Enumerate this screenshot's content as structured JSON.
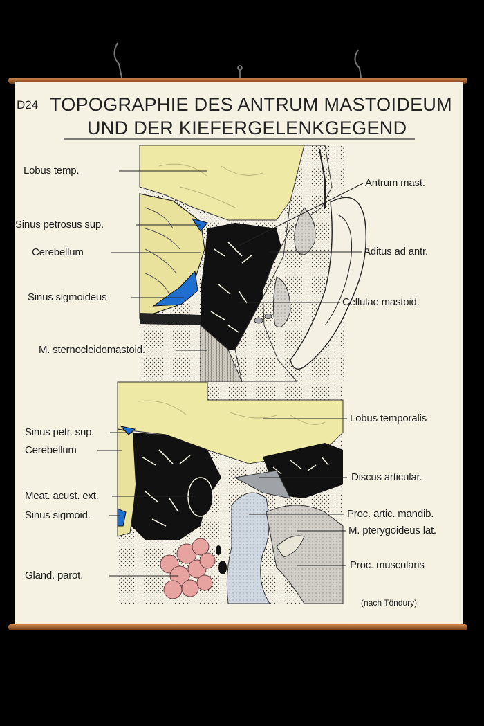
{
  "title": {
    "code": "D24",
    "line1": "TOPOGRAPHIE DES ANTRUM MASTOIDEUM",
    "line2": "UND DER KIEFERGELENKGEGEND"
  },
  "upper_labels": {
    "lobus_temp": "Lobus temp.",
    "sinus_petrosus_sup": "Sinus petrosus sup.",
    "cerebellum": "Cerebellum",
    "sinus_sigmoideus": "Sinus sigmoideus",
    "m_sternocleidomastoid": "M. sternocleidomastoid.",
    "antrum_mast": "Antrum mast.",
    "aditus_ad_antr": "Aditus ad antr.",
    "cellulae_mastoid": "Cellulae mastoid."
  },
  "lower_labels": {
    "sinus_petr_sup": "Sinus petr. sup.",
    "cerebellum": "Cerebellum",
    "meat_acust_ext": "Meat. acust. ext.",
    "sinus_sigmoid": "Sinus sigmoid.",
    "gland_parot": "Gland. parot.",
    "lobus_temporalis": "Lobus temporalis",
    "discus_articular": "Discus articular.",
    "proc_artic_mandib": "Proc. artic. mandib.",
    "m_pterygoideus_lat": "M. pterygoideus lat.",
    "proc_muscularis": "Proc. muscularis"
  },
  "credit": "(nach Töndury)",
  "colors": {
    "brain": "#efe9a6",
    "sinus": "#1f6fd0",
    "gland": "#e6a3a0",
    "paper": "#f5f2e4",
    "rod": "#a0602e"
  }
}
